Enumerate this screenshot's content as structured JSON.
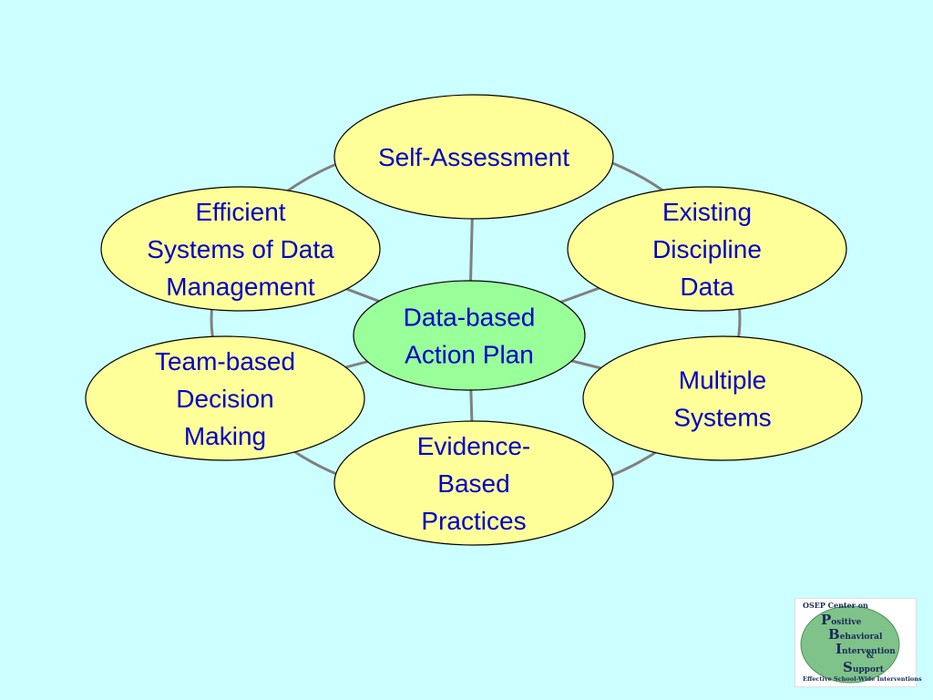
{
  "colors": {
    "background": "#ccffff",
    "outer_node_fill": "#ffff99",
    "center_node_fill": "#99ff99",
    "node_stroke": "#000000",
    "connector": "#808080",
    "text": "#0000cc"
  },
  "diagram": {
    "center": {
      "id": "center",
      "lines": [
        "Data-based",
        "Action Plan"
      ]
    },
    "nodes": [
      {
        "id": "self-assessment",
        "lines": [
          "Self-Assessment"
        ]
      },
      {
        "id": "existing-discipline-data",
        "lines": [
          "Existing",
          "Discipline",
          "Data"
        ]
      },
      {
        "id": "multiple-systems",
        "lines": [
          "Multiple",
          "Systems"
        ]
      },
      {
        "id": "evidence-based-practices",
        "lines": [
          "Evidence-",
          "Based",
          "Practices"
        ]
      },
      {
        "id": "team-based-decision-making",
        "lines": [
          "Team-based",
          "Decision",
          "Making"
        ]
      },
      {
        "id": "efficient-systems",
        "lines": [
          "Efficient",
          "Systems of Data",
          "Management"
        ]
      }
    ]
  },
  "logo": {
    "header": "OSEP Center on",
    "lines": [
      {
        "initial": "P",
        "rest": "ositive"
      },
      {
        "initial": "B",
        "rest": "ehavioral"
      },
      {
        "initial": "I",
        "rest": "ntervention"
      },
      {
        "initial": "",
        "rest": "&"
      },
      {
        "initial": "S",
        "rest": "upport"
      }
    ],
    "footer": "Effective School-Wide Interventions"
  }
}
